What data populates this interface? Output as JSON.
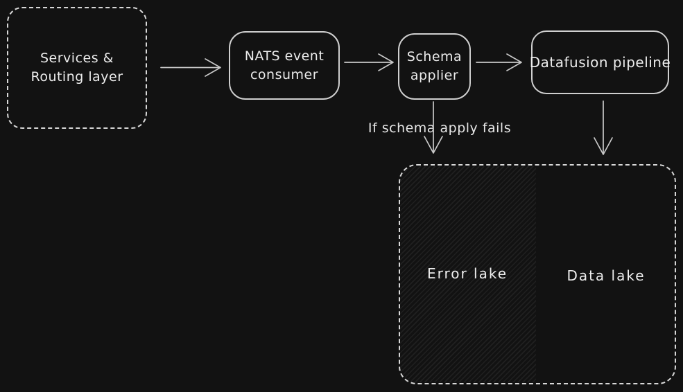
{
  "colors": {
    "background": "#121212",
    "stroke": "#cfcfcf",
    "text": "#ececec",
    "hatch_line": "#262626"
  },
  "nodes": {
    "services_routing": {
      "label": "Services & Routing layer",
      "style": "dashed"
    },
    "nats_consumer": {
      "label": "NATS event consumer",
      "style": "solid"
    },
    "schema_applier": {
      "label": "Schema applier",
      "style": "solid"
    },
    "datafusion_pipeline": {
      "label": "Datafusion pipeline",
      "style": "solid"
    },
    "lakes_container": {
      "style": "dashed"
    },
    "error_lake": {
      "label": "Error lake",
      "fill": "hatched"
    },
    "data_lake": {
      "label": "Data lake",
      "fill": "none"
    }
  },
  "annotations": {
    "schema_fail_label": "If schema apply fails"
  },
  "edges": [
    {
      "from": "services_routing",
      "to": "nats_consumer",
      "label": ""
    },
    {
      "from": "nats_consumer",
      "to": "schema_applier",
      "label": ""
    },
    {
      "from": "schema_applier",
      "to": "datafusion_pipeline",
      "label": ""
    },
    {
      "from": "schema_applier",
      "to": "error_lake",
      "label": "If schema apply fails"
    },
    {
      "from": "datafusion_pipeline",
      "to": "data_lake",
      "label": ""
    }
  ]
}
